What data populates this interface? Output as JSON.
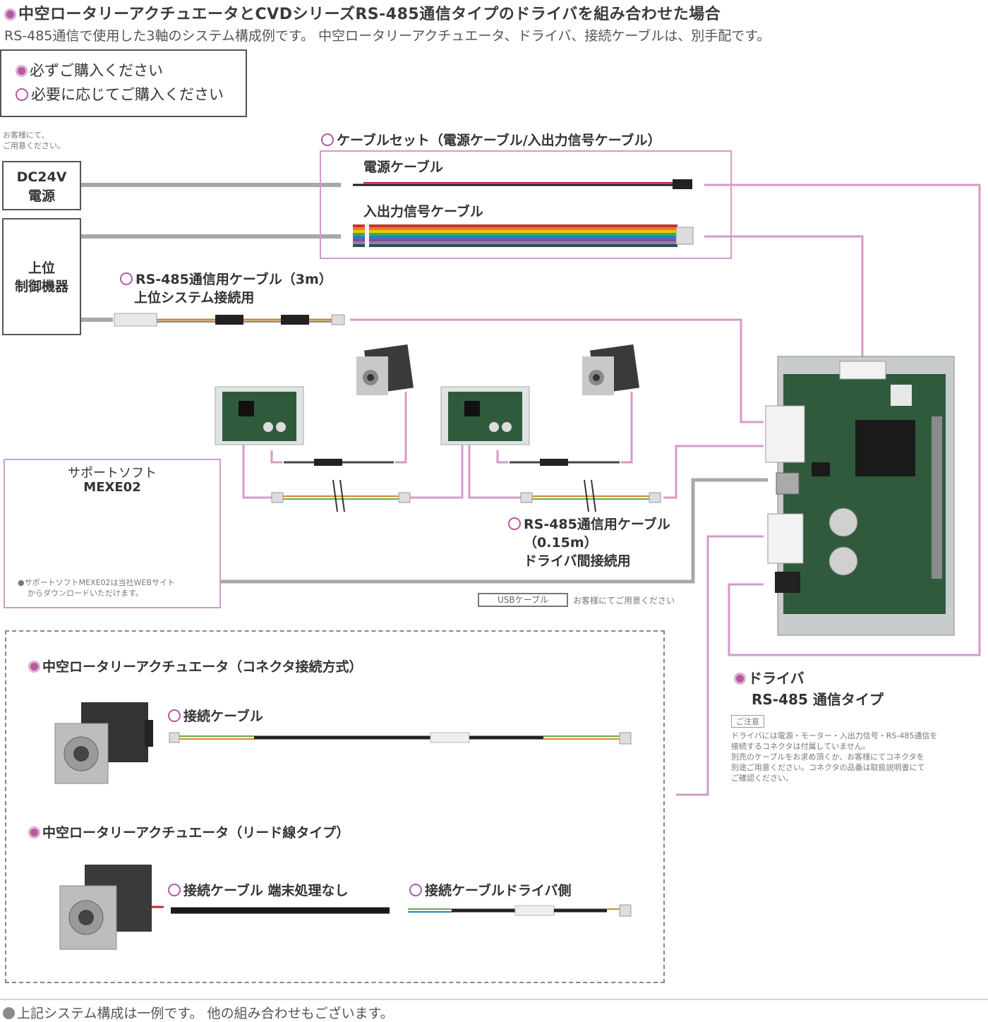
{
  "header": {
    "title": "中空ロータリーアクチュエータとCVDシリーズRS-485通信タイプのドライバを組み合わせた場合",
    "subtitle": "RS-485通信で使用した3軸のシステム構成例です。 中空ロータリーアクチュエータ、ドライバ、接続ケーブルは、別手配です。"
  },
  "legend": {
    "must_buy": "必ずご購入ください",
    "optional_buy": "必要に応じてご購入ください"
  },
  "power_note": {
    "line1": "お客様にて、",
    "line2": "ご用意ください。"
  },
  "power_supply": {
    "line1": "DC24V",
    "line2": "電源"
  },
  "controller": {
    "line1": "上位",
    "line2": "制御機器"
  },
  "cable_set": {
    "title": "ケーブルセット（電源ケーブル/入出力信号ケーブル）",
    "power_cable": "電源ケーブル",
    "io_cable": "入出力信号ケーブル"
  },
  "rs485_cable_host": {
    "line1": "RS-485通信用ケーブル（3m）",
    "line2": "上位システム接続用"
  },
  "rs485_cable_driver": {
    "line1": "RS-485通信用ケーブル",
    "line2": "（0.15m）",
    "line3": "ドライバ間接続用"
  },
  "support_soft": {
    "line1": "サポートソフト",
    "line2": "MEXE02",
    "note_line1": "●サポートソフトMEXE02は当社WEBサイト",
    "note_line2": "からダウンロードいただけます。"
  },
  "usb": {
    "label": "USBケーブル",
    "note": "お客様にてご用意ください"
  },
  "driver": {
    "line1": "ドライバ",
    "line2": "RS-485 通信タイプ",
    "caution_tag": "ご注意",
    "caution_line1": "ドライバには電源・モーター・入出力信号・RS-485通信を",
    "caution_line2": "接続するコネクタは付属していません。",
    "caution_line3": "別売のケーブルをお求め頂くか、お客様にてコネクタを",
    "caution_line4": "別途ご用意ください。コネクタの品番は取扱説明書にて",
    "caution_line5": "ご確認ください。"
  },
  "actuator_connector": {
    "title": "中空ロータリーアクチュエータ（コネクタ接続方式）",
    "cable": "接続ケーブル"
  },
  "actuator_lead": {
    "title": "中空ロータリーアクチュエータ（リード線タイプ）",
    "cable_a": "接続ケーブル 端末処理なし",
    "cable_b": "接続ケーブルドライバ側"
  },
  "footer": {
    "note": "上記システム構成は一例です。 他の組み合わせもございます。"
  },
  "colors": {
    "accent_pink": "#b45aa0",
    "line_pink": "#d59ac8",
    "line_gray": "#a8a8a8",
    "pcb_green": "#2f5b3c"
  }
}
